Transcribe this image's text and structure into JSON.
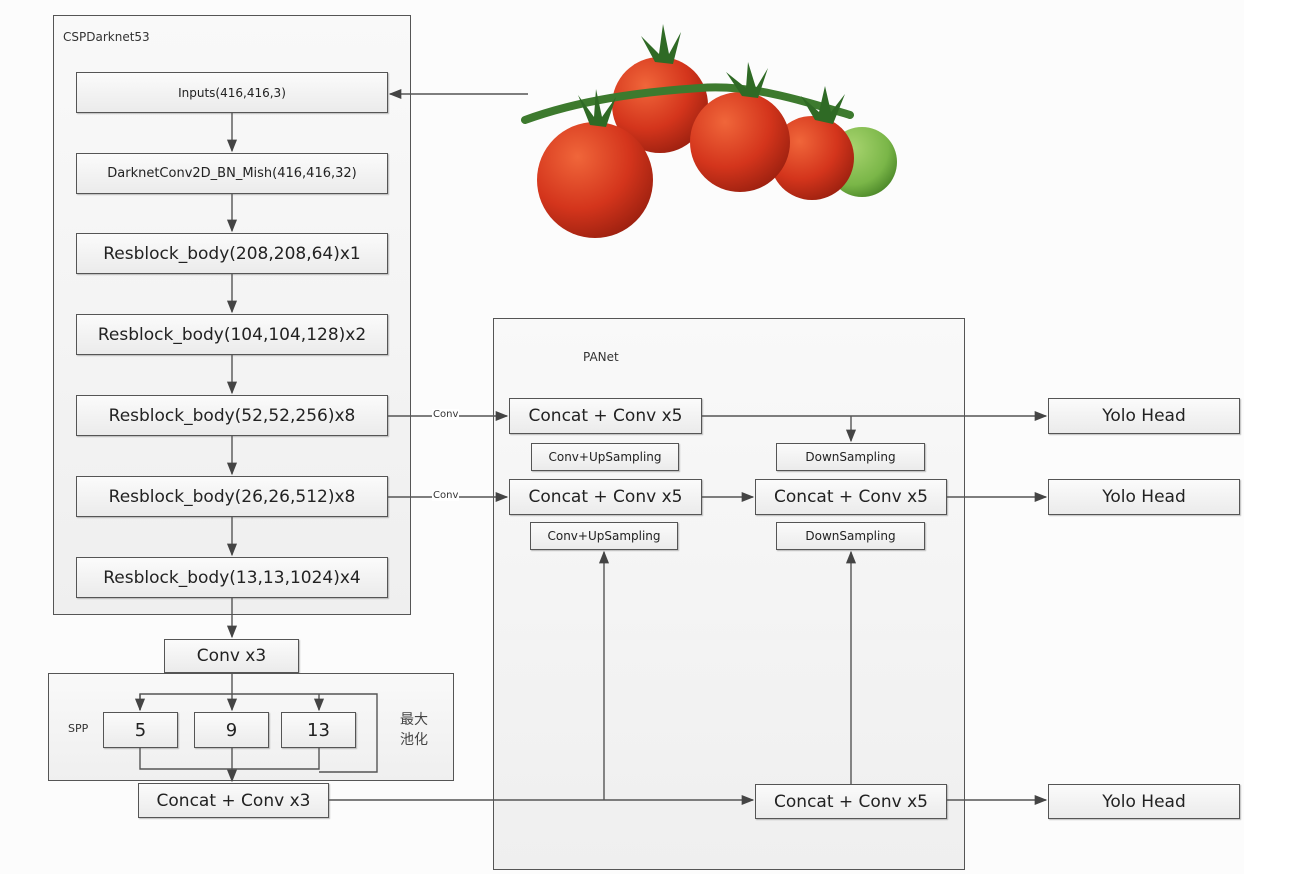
{
  "backbone": {
    "title": "CSPDarknet53",
    "layers": [
      "Inputs(416,416,3)",
      "DarknetConv2D_BN_Mish(416,416,32)",
      "Resblock_body(208,208,64)x1",
      "Resblock_body(104,104,128)x2",
      "Resblock_body(52,52,256)x8",
      "Resblock_body(26,26,512)x8",
      "Resblock_body(13,13,1024)x4"
    ]
  },
  "neck": {
    "conv_x3": "Conv x3",
    "spp_label": "SPP",
    "pool_sizes": [
      "5",
      "9",
      "13"
    ],
    "pool_note_line1": "最大",
    "pool_note_line2": "池化",
    "concat_conv_x3": "Concat + Conv x3"
  },
  "panet": {
    "title": "PANet",
    "concat_top": "Concat + Conv x5",
    "concat_mid_left": "Concat + Conv x5",
    "concat_mid_right": "Concat + Conv x5",
    "concat_bottom": "Concat + Conv x5",
    "upsample_1": "Conv+UpSampling",
    "upsample_2": "Conv+UpSampling",
    "downsample_1": "DownSampling",
    "downsample_2": "DownSampling"
  },
  "edges": {
    "conv_1": "Conv",
    "conv_2": "Conv"
  },
  "heads": [
    "Yolo Head",
    "Yolo Head",
    "Yolo Head"
  ],
  "input_image": {
    "subject": "cherry tomatoes on vine",
    "colors": {
      "ripe": "#d4351c",
      "unripe": "#7ab648",
      "stem": "#3d7a2e"
    }
  }
}
